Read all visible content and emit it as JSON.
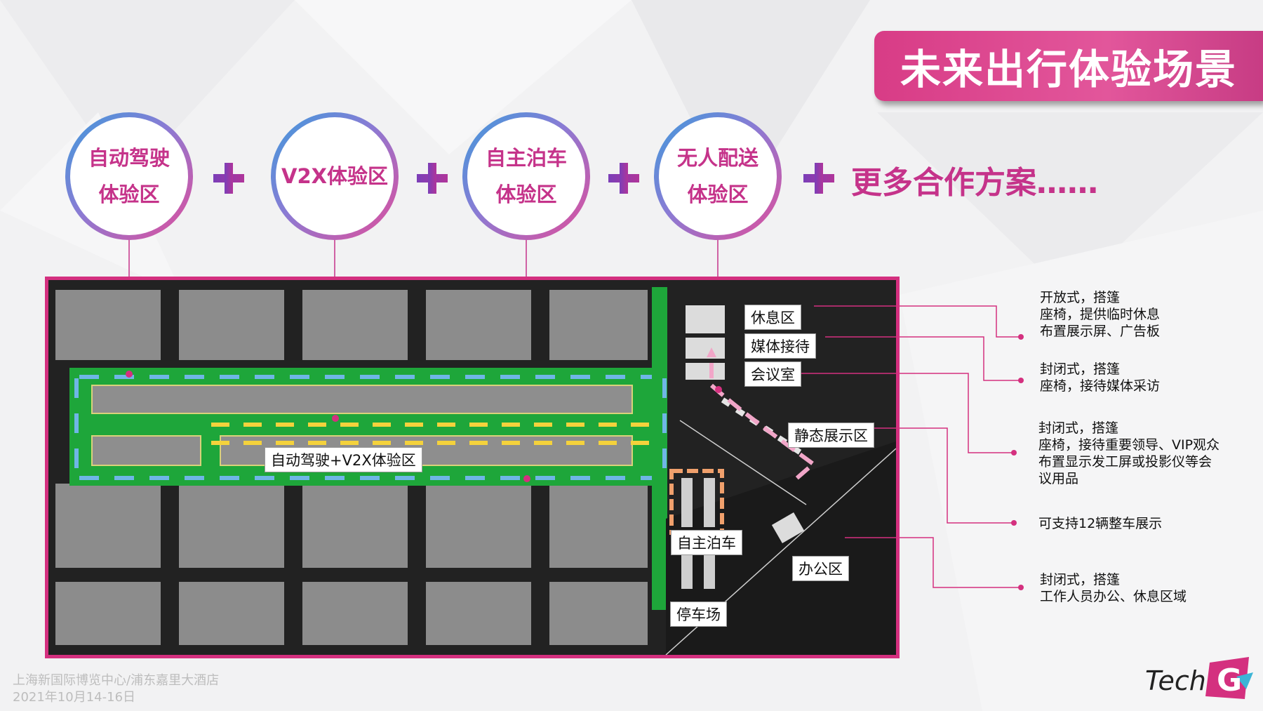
{
  "title": "未来出行体验场景",
  "circles": [
    {
      "line1": "自动驾驶",
      "line2": "体验区"
    },
    {
      "line1": "V2X体验区",
      "line2": ""
    },
    {
      "line1": "自主泊车",
      "line2": "体验区"
    },
    {
      "line1": "无人配送",
      "line2": "体验区"
    }
  ],
  "more_text": "更多合作方案……",
  "map_labels": {
    "rest_area": "休息区",
    "media": "媒体接待",
    "meeting": "会议室",
    "static_display": "静态展示区",
    "autonomous_v2x": "自动驾驶+V2X体验区",
    "self_parking": "自主泊车",
    "office": "办公区",
    "parking_lot": "停车场"
  },
  "notes": [
    {
      "lines": [
        "开放式，搭篷",
        "座椅，提供临时休息",
        "布置展示屏、广告板"
      ]
    },
    {
      "lines": [
        "封闭式，搭篷",
        "座椅，接待媒体采访"
      ]
    },
    {
      "lines": [
        "封闭式，搭篷",
        "座椅，接待重要领导、VIP观众",
        "布置显示发工屏或投影仪等会",
        "议用品"
      ]
    },
    {
      "lines": [
        "可支持12辆整车展示"
      ]
    },
    {
      "lines": [
        "封闭式，搭篷",
        "工作人员办公、休息区域"
      ]
    }
  ],
  "footer": {
    "venue": "上海新国际博览中心/浦东嘉里大酒店",
    "date": "2021年10月14-16日"
  },
  "logo": {
    "text": "Tech",
    "mark": "G"
  },
  "colors": {
    "accent": "#d4307f",
    "route_green": "#1ea63a",
    "route_blue": "#6fb6e6",
    "route_yellow": "#f4d23c"
  }
}
